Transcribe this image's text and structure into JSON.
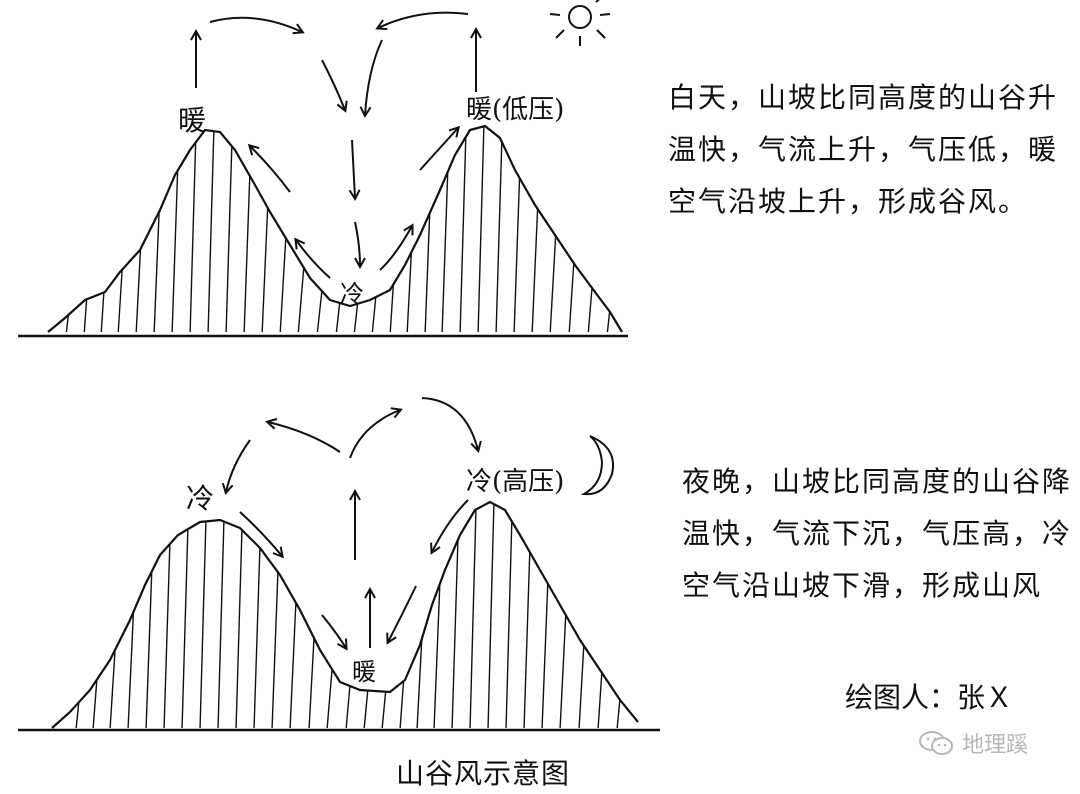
{
  "top_panel": {
    "label_left_peak": "暖",
    "label_right_peak": "暖(低压)",
    "label_valley": "冷",
    "description": "白天，山坡比同高度的山谷升温快，气流上升，气压低，暖空气沿坡上升，形成谷风。"
  },
  "bottom_panel": {
    "label_left_peak": "冷",
    "label_right_peak": "冷(高压)",
    "label_valley": "暖",
    "description": "夜晚，山坡比同高度的山谷降温快，气流下沉，气压高，冷空气沿山坡下滑，形成山风"
  },
  "author": "绘图人：张Ｘ",
  "caption": "山谷风示意图",
  "watermark": "地理蹊",
  "icons": {
    "sun": "sun-icon",
    "moon": "moon-icon",
    "watermark": "wechat-icon"
  }
}
